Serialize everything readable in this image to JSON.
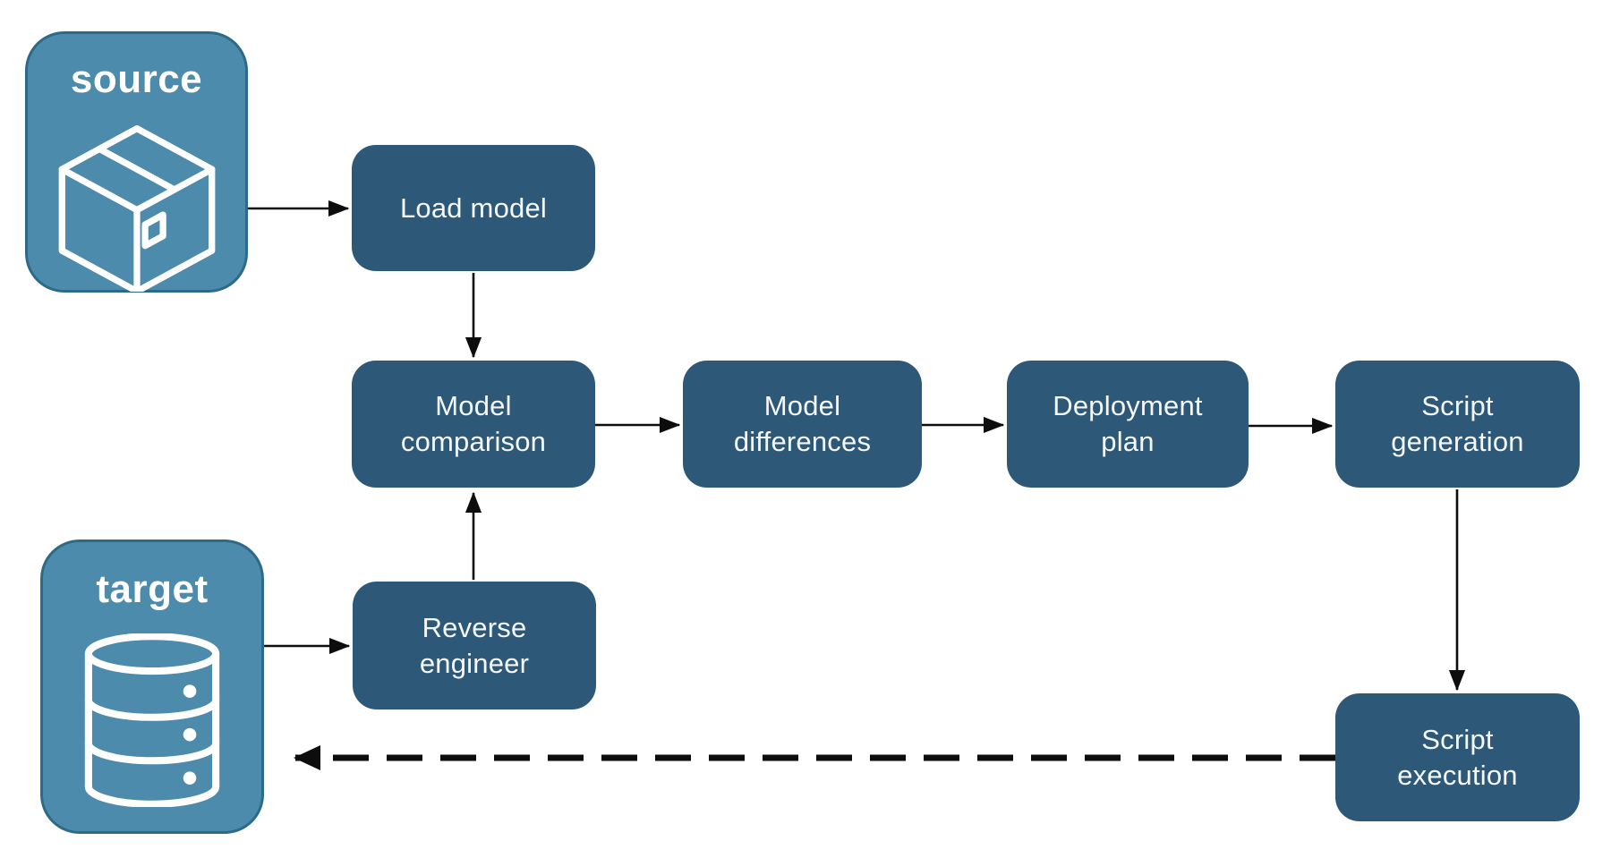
{
  "diagram_type": "flowchart",
  "colors": {
    "node_fill": "#2D5877",
    "endpoint_fill": "#4D8BAC",
    "endpoint_border": "#2D6A87",
    "arrow": "#0d0d0d",
    "label_text": "#F5F8FA",
    "background": "#ffffff"
  },
  "endpoints": {
    "source": {
      "label": "source",
      "icon": "package-icon"
    },
    "target": {
      "label": "target",
      "icon": "database-icon"
    }
  },
  "nodes": {
    "load_model": "Load model",
    "model_comparison": "Model\ncomparison",
    "model_differences": "Model\ndifferences",
    "deployment_plan": "Deployment\nplan",
    "script_generation": "Script\ngeneration",
    "reverse_engineer": "Reverse\nengineer",
    "script_execution": "Script\nexecution"
  },
  "edges": [
    {
      "from": "source",
      "to": "load_model",
      "style": "solid"
    },
    {
      "from": "load_model",
      "to": "model_comparison",
      "style": "solid"
    },
    {
      "from": "target",
      "to": "reverse_engineer",
      "style": "solid"
    },
    {
      "from": "reverse_engineer",
      "to": "model_comparison",
      "style": "solid"
    },
    {
      "from": "model_comparison",
      "to": "model_differences",
      "style": "solid"
    },
    {
      "from": "model_differences",
      "to": "deployment_plan",
      "style": "solid"
    },
    {
      "from": "deployment_plan",
      "to": "script_generation",
      "style": "solid"
    },
    {
      "from": "script_generation",
      "to": "script_execution",
      "style": "solid"
    },
    {
      "from": "script_execution",
      "to": "target",
      "style": "dashed"
    }
  ]
}
